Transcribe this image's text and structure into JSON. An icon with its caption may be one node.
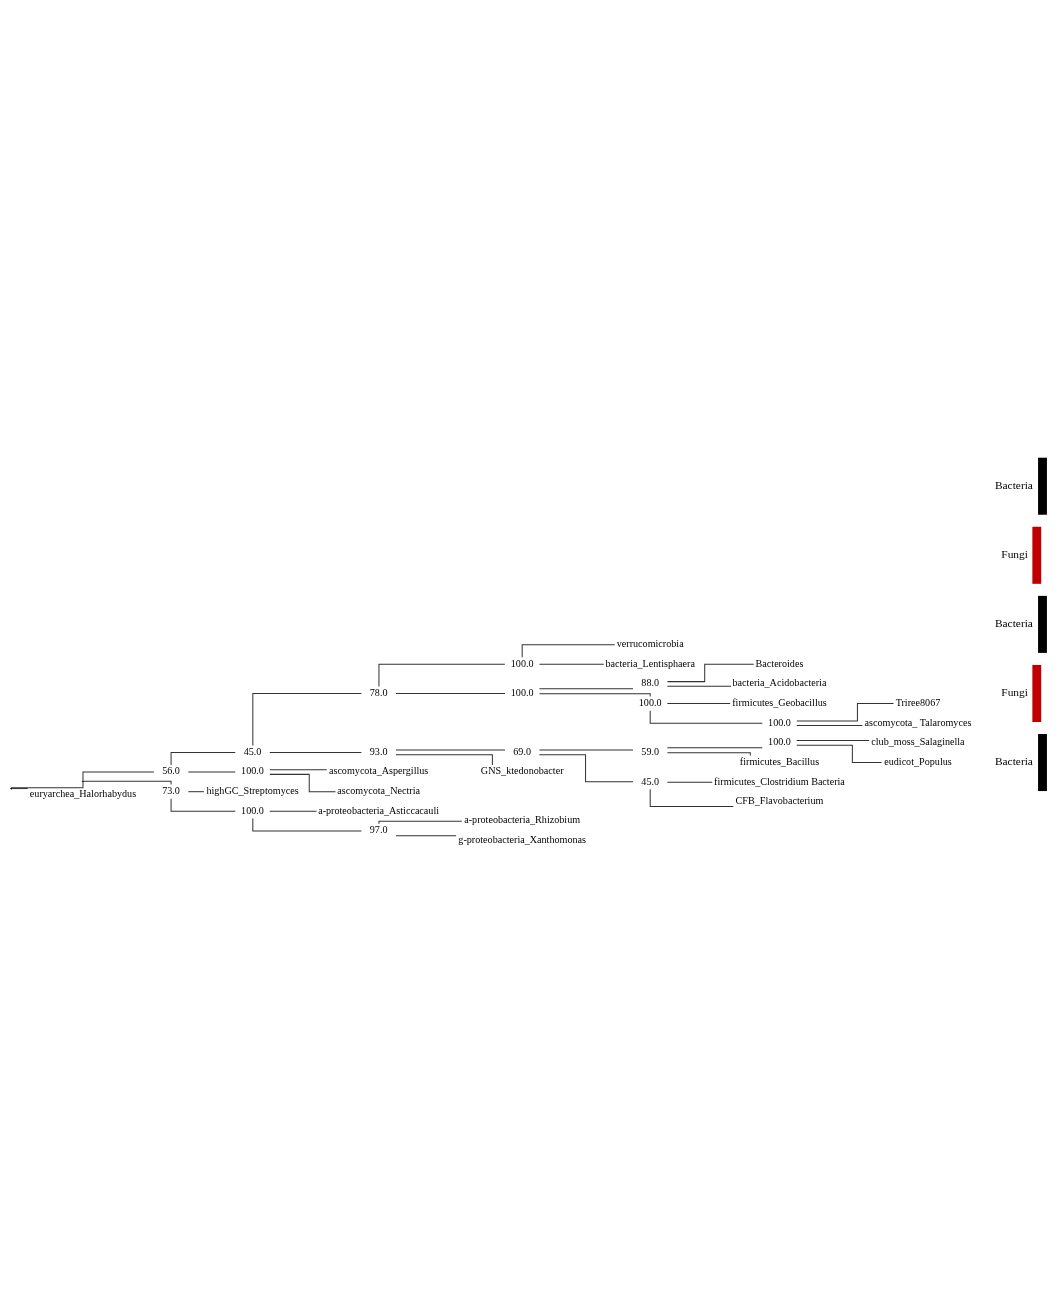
{
  "diagram": {
    "nodes": [
      {
        "text": [],
        "shape": "point"
      },
      {
        "text": [],
        "shape": "point"
      },
      {
        "text": [
          "56.0"
        ]
      },
      {
        "text": [
          "45.0"
        ]
      },
      {
        "text": [
          "78.0"
        ]
      },
      {
        "text": [
          "100.0"
        ]
      },
      {
        "text": [
          "verrucomicrobia"
        ]
      },
      {
        "text": [
          "bacteria_Lentisphaera"
        ]
      },
      {
        "text": [
          "100.0"
        ]
      },
      {
        "text": [
          "88.0"
        ]
      },
      {
        "text": [
          "Bacteroides"
        ]
      },
      {
        "text": [
          "bacteria_Acidobacteria"
        ]
      },
      {
        "text": [
          "100.0"
        ]
      },
      {
        "text": [
          "firmicutes_Geobacillus"
        ]
      },
      {
        "text": [
          "100.0"
        ]
      },
      {
        "text": [
          "Triree8067"
        ]
      },
      {
        "text": [
          "ascomycota_ Talaromyces"
        ]
      },
      {
        "text": [
          "93.0"
        ]
      },
      {
        "text": [
          "69.0"
        ]
      },
      {
        "text": [
          "59.0"
        ]
      },
      {
        "text": [
          "100.0"
        ]
      },
      {
        "text": [
          "club_moss_Salaginella"
        ]
      },
      {
        "text": [
          "eudicot_Populus"
        ]
      },
      {
        "text": [
          "firmicutes_Bacillus"
        ]
      },
      {
        "text": [
          "45.0"
        ]
      },
      {
        "text": [
          "firmicutes_Clostridium Bacteria"
        ]
      },
      {
        "text": [
          "CFB_Flavobacterium"
        ]
      },
      {
        "text": [
          "GNS_ktedonobacter"
        ]
      },
      {
        "text": [
          "100.0"
        ]
      },
      {
        "text": [
          "ascomycota_Aspergillus"
        ]
      },
      {
        "text": [
          "ascomycota_Nectria"
        ]
      },
      {
        "text": [
          "73.0"
        ]
      },
      {
        "text": [
          "highGC_Streptomyces"
        ]
      },
      {
        "text": [
          "100.0"
        ]
      },
      {
        "text": [
          "a-proteobacteria_Asticcacauli"
        ]
      },
      {
        "text": [
          "97.0"
        ]
      },
      {
        "text": [
          "a-proteobacteria_Rhizobium"
        ]
      },
      {
        "text": [
          "g-proteobacteria_Xanthomonas"
        ]
      },
      {
        "text": [
          "euryarchea_Halorhabydus"
        ]
      }
    ],
    "edges": [
      {
        "from": 0,
        "to": 1,
        "arrow": "none"
      },
      {
        "from": 0,
        "to": 38,
        "arrow": "none"
      },
      {
        "from": 1,
        "to": 2,
        "arrow": "none"
      },
      {
        "from": 1,
        "to": 31,
        "arrow": "none"
      },
      {
        "from": 2,
        "to": 3,
        "arrow": "none"
      },
      {
        "from": 2,
        "to": 28,
        "arrow": "none"
      },
      {
        "from": 3,
        "to": 4,
        "arrow": "none"
      },
      {
        "from": 3,
        "to": 17,
        "arrow": "none"
      },
      {
        "from": 4,
        "to": 5,
        "arrow": "none"
      },
      {
        "from": 4,
        "to": 8,
        "arrow": "none"
      },
      {
        "from": 5,
        "to": 6,
        "arrow": "none"
      },
      {
        "from": 5,
        "to": 7,
        "arrow": "none"
      },
      {
        "from": 8,
        "to": 9,
        "arrow": "none"
      },
      {
        "from": 8,
        "to": 12,
        "arrow": "none"
      },
      {
        "from": 9,
        "to": 10,
        "arrow": "none"
      },
      {
        "from": 9,
        "to": 11,
        "arrow": "none"
      },
      {
        "from": 12,
        "to": 13,
        "arrow": "none"
      },
      {
        "from": 12,
        "to": 14,
        "arrow": "none"
      },
      {
        "from": 14,
        "to": 15,
        "arrow": "none"
      },
      {
        "from": 14,
        "to": 16,
        "arrow": "none"
      },
      {
        "from": 17,
        "to": 18,
        "arrow": "none"
      },
      {
        "from": 17,
        "to": 27,
        "arrow": "none"
      },
      {
        "from": 18,
        "to": 19,
        "arrow": "none"
      },
      {
        "from": 18,
        "to": 24,
        "arrow": "none"
      },
      {
        "from": 19,
        "to": 20,
        "arrow": "none"
      },
      {
        "from": 19,
        "to": 23,
        "arrow": "none"
      },
      {
        "from": 20,
        "to": 21,
        "arrow": "none"
      },
      {
        "from": 20,
        "to": 22,
        "arrow": "none"
      },
      {
        "from": 24,
        "to": 25,
        "arrow": "none"
      },
      {
        "from": 24,
        "to": 26,
        "arrow": "none"
      },
      {
        "from": 28,
        "to": 29,
        "arrow": "none"
      },
      {
        "from": 28,
        "to": 30,
        "arrow": "none"
      },
      {
        "from": 31,
        "to": 32,
        "arrow": "none"
      },
      {
        "from": 31,
        "to": 33,
        "arrow": "none"
      },
      {
        "from": 33,
        "to": 34,
        "arrow": "none"
      },
      {
        "from": 33,
        "to": 35,
        "arrow": "none"
      },
      {
        "from": 35,
        "to": 36,
        "arrow": "none"
      },
      {
        "from": 35,
        "to": 37,
        "arrow": "none"
      }
    ],
    "legend": [
      {
        "text": "Bacteria",
        "color": "#000000"
      },
      {
        "text": "Fungi",
        "color": "#c00000"
      },
      {
        "text": "Bacteria",
        "color": "#000000"
      },
      {
        "text": "Fungi",
        "color": "#c00000"
      },
      {
        "text": "Bacteria",
        "color": "#000000"
      }
    ]
  }
}
